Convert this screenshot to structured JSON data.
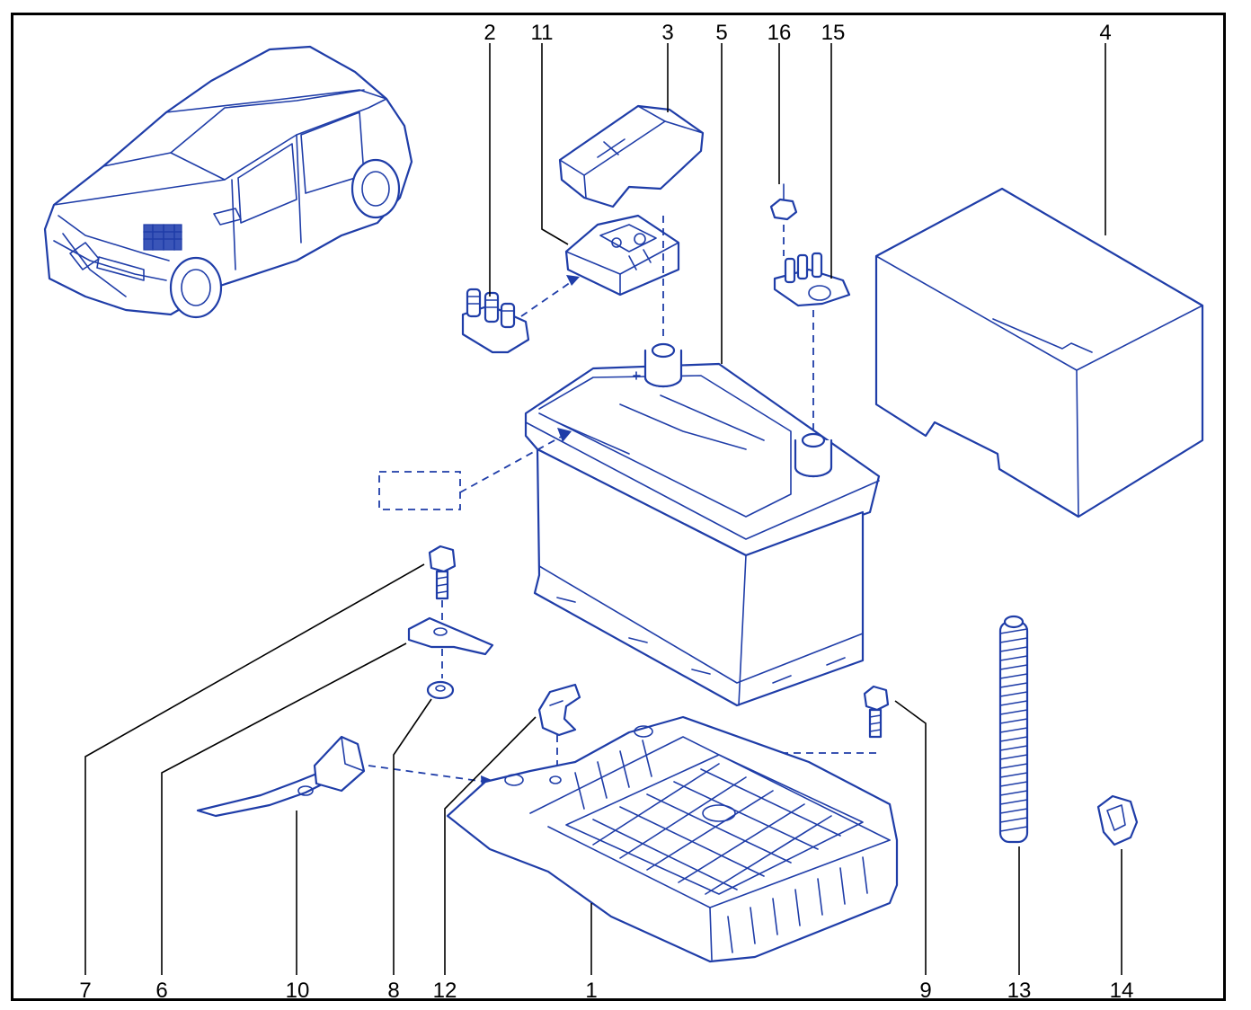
{
  "diagram": {
    "line_color": "#1f3da8",
    "callouts": {
      "c2": "2",
      "c11": "11",
      "c3": "3",
      "c5": "5",
      "c16": "16",
      "c15": "15",
      "c4": "4",
      "c7": "7",
      "c6": "6",
      "c10": "10",
      "c8": "8",
      "c12": "12",
      "c1": "1",
      "c9": "9",
      "c13": "13",
      "c14": "14"
    }
  }
}
